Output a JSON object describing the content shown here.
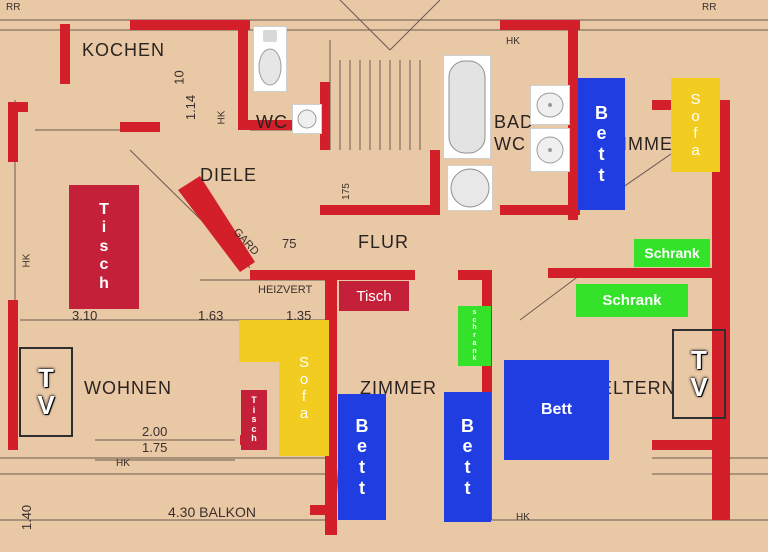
{
  "rooms": {
    "kochen": "KOCHEN",
    "wc_left": "WC",
    "diele": "DIELE",
    "flur": "FLUR",
    "bad": "BAD",
    "wc_right": "WC",
    "zimmer_top": "ZIMMER",
    "wohnen": "WOHNEN",
    "zimmer_mid": "ZIMMER",
    "eltern": "ELTERN",
    "balkon": "4.30 BALKON",
    "gard": "GARD",
    "heizvert": "HEIZVERT"
  },
  "dimensions": {
    "d1": "1.14",
    "d2": "10",
    "d3": "HK",
    "d4": "75",
    "d5": "175",
    "d6": "3.10",
    "d7": "1.63",
    "d8": "1.35",
    "d9": "2.00",
    "d10": "1.75",
    "d11": "1.40",
    "d12": "HK",
    "d13": "HK",
    "d14": "HK",
    "d15": "HK",
    "d16": "RR",
    "d17": "RR"
  },
  "furniture": {
    "tisch_large": [
      "T",
      "i",
      "s",
      "c",
      "h"
    ],
    "tisch_small": "Tisch",
    "tisch_tiny": [
      "T",
      "i",
      "s",
      "c",
      "h"
    ],
    "bett_top": [
      "B",
      "e",
      "t",
      "t"
    ],
    "bett_mid_left": [
      "B",
      "e",
      "t",
      "t"
    ],
    "bett_mid_right": [
      "B",
      "e",
      "t",
      "t"
    ],
    "bett_eltern": "Bett",
    "sofa_top": [
      "S",
      "o",
      "f",
      "a"
    ],
    "sofa_wohnen": [
      "S",
      "o",
      "f",
      "a"
    ],
    "schrank_1": "Schrank",
    "schrank_2": "Schrank",
    "schrank_vert": [
      "s",
      "c",
      "h",
      "r",
      "a",
      "n",
      "k"
    ],
    "tv_left": [
      "T",
      "V"
    ],
    "tv_right": [
      "T",
      "V"
    ]
  },
  "colors": {
    "tisch": "#c4203a",
    "bett": "#1f3de0",
    "sofa": "#f3cc22",
    "schrank": "#34e22a",
    "wall": "#d21f2a",
    "floor": "#e9c8a6"
  }
}
